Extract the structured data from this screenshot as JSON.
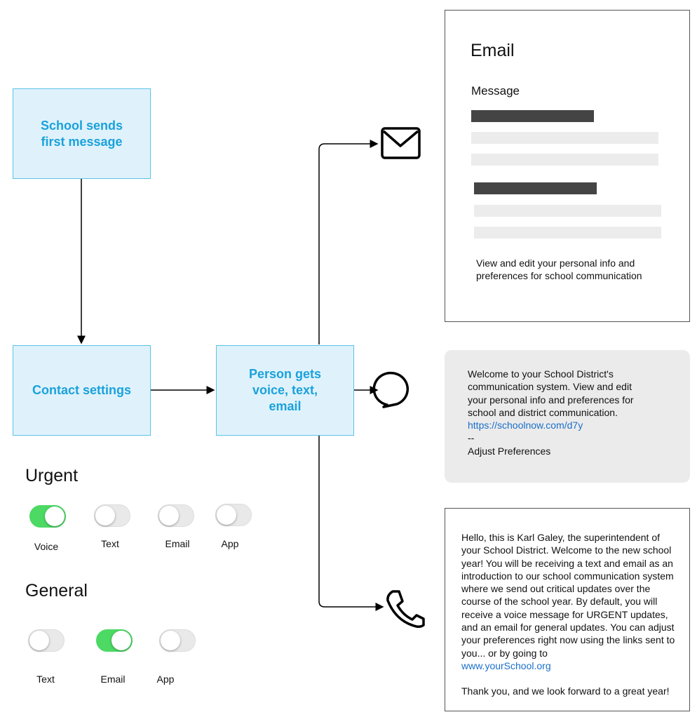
{
  "flow": {
    "school_sends": "School sends first message",
    "contact_settings": "Contact settings",
    "person_gets": "Person gets voice, text, email"
  },
  "email_card": {
    "title": "Email",
    "subtitle": "Message",
    "footer": "View and edit your personal info and preferences for school communication"
  },
  "sms_card": {
    "body": "Welcome to your School District's communication system. View and edit your personal info and preferences for school and district communication.",
    "link": "https://schoolnow.com/d7y",
    "separator": "--",
    "footer": "Adjust Preferences"
  },
  "voice_card": {
    "body": "Hello, this is Karl Galey, the superintendent of your School District. Welcome to the new school year! You will be receiving a text and email as an introduction to our school communication system where we send out critical updates over the course of the school year. By default, you will receive a voice message for URGENT updates, and an email for general updates. You can adjust your preferences right now using the links sent to you... or by going to",
    "link": "www.yourSchool.org",
    "closing": "Thank you, and we look forward to a great year!"
  },
  "urgent": {
    "title": "Urgent",
    "toggles": [
      {
        "label": "Voice",
        "on": true
      },
      {
        "label": "Text",
        "on": false
      },
      {
        "label": "Email",
        "on": false
      },
      {
        "label": "App",
        "on": false
      }
    ]
  },
  "general": {
    "title": "General",
    "toggles": [
      {
        "label": "Text",
        "on": false
      },
      {
        "label": "Email",
        "on": true
      },
      {
        "label": "App",
        "on": false
      }
    ]
  },
  "colors": {
    "accent": "#1ba1dc",
    "box_fill": "#dff2fb",
    "toggle_on": "#4cd964"
  }
}
